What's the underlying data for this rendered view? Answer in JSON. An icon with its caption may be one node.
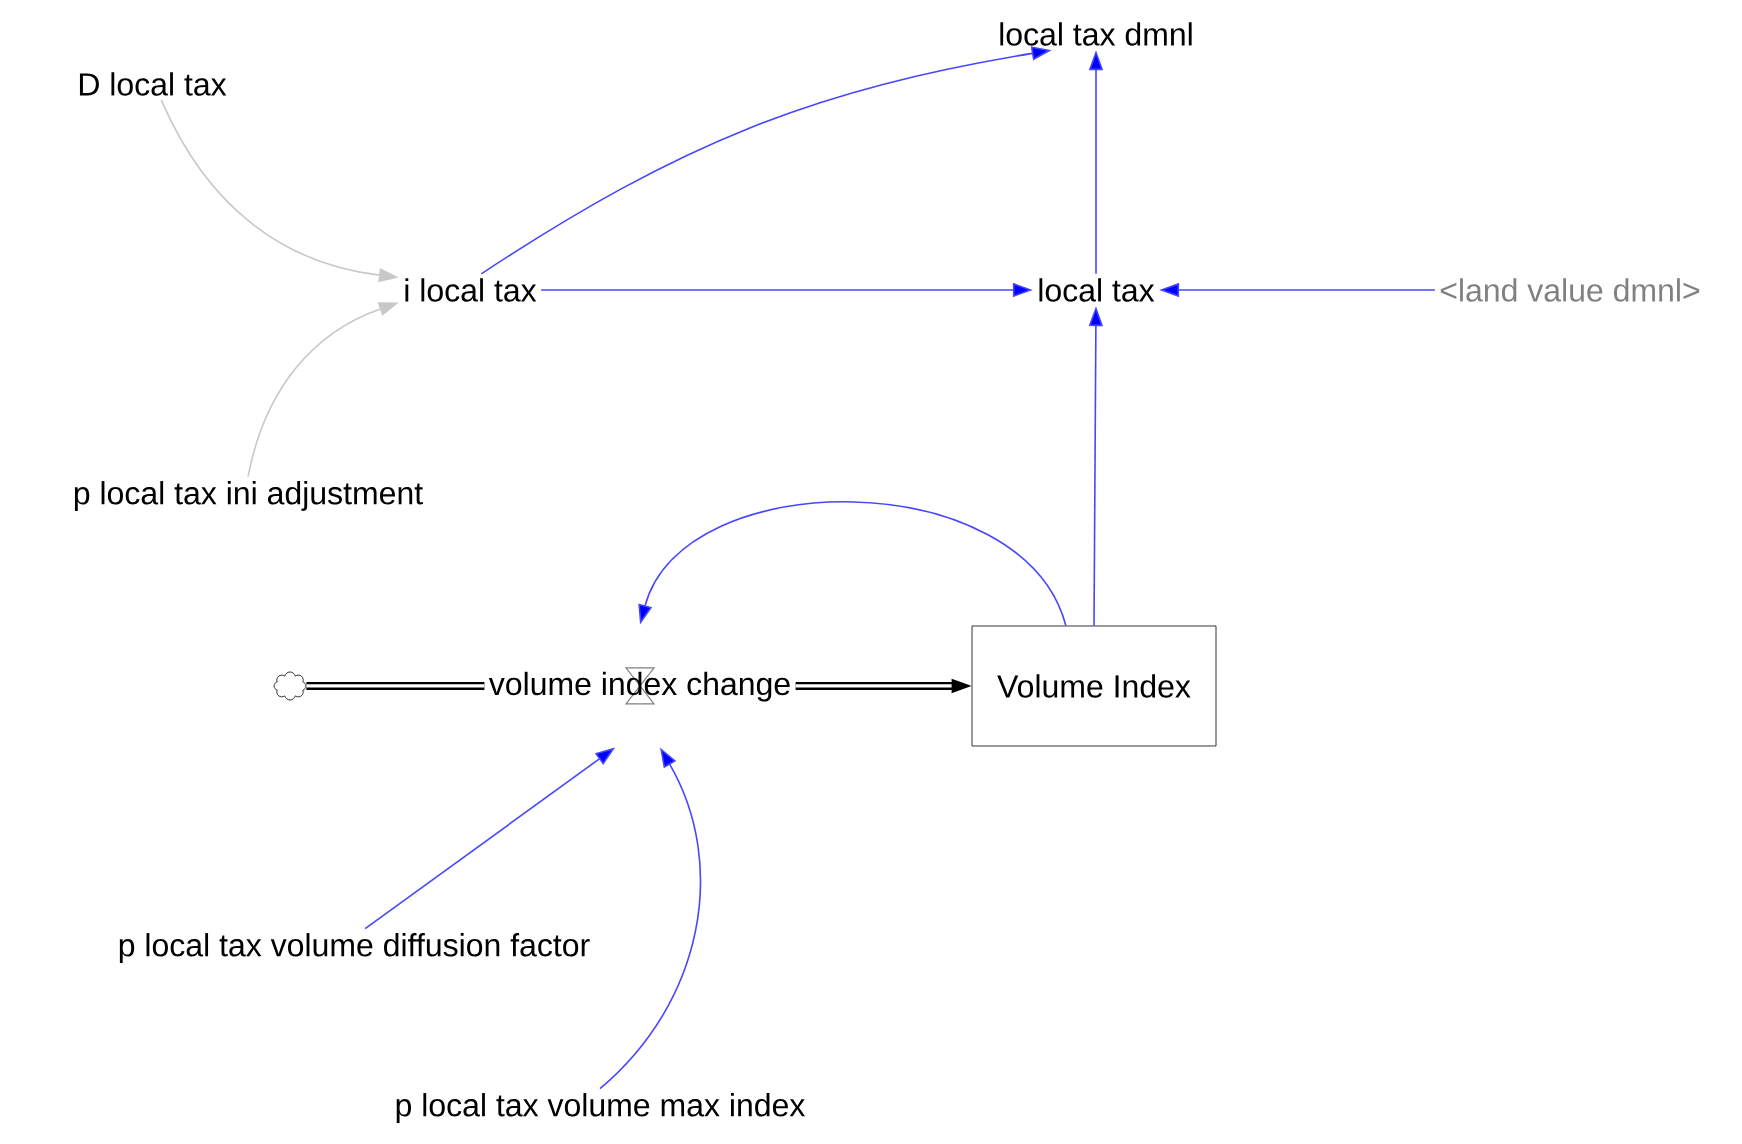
{
  "diagram": {
    "nodes": [
      {
        "text": [
          "local tax dmnl"
        ]
      },
      {
        "text": [
          "D local tax"
        ]
      },
      {
        "text": [
          "i local tax"
        ]
      },
      {
        "text": [
          "local tax"
        ]
      },
      {
        "text": [
          "<land value dmnl>"
        ]
      },
      {
        "text": [
          "p local tax ini adjustment"
        ]
      },
      {
        "text": [],
        "shape": "cloud"
      },
      {
        "text": [
          "volume index change"
        ]
      },
      {
        "text": [
          "Volume Index"
        ]
      },
      {
        "text": [
          "p local tax volume diffusion factor"
        ]
      },
      {
        "text": [
          "p local tax volume max index"
        ]
      }
    ],
    "edges": [
      {
        "from": 1,
        "to": 2,
        "arrow": "to",
        "color": "#c8c8c8"
      },
      {
        "from": 5,
        "to": 2,
        "arrow": "to",
        "color": "#c8c8c8"
      },
      {
        "from": 2,
        "to": 0,
        "arrow": "to"
      },
      {
        "from": 2,
        "to": 3,
        "arrow": "to"
      },
      {
        "from": 4,
        "to": 3,
        "arrow": "to"
      },
      {
        "from": 3,
        "to": 0,
        "arrow": "to"
      },
      {
        "from": 8,
        "to": 3,
        "arrow": "to"
      },
      {
        "from": 8,
        "to": 7,
        "arrow": "to"
      },
      {
        "from": 6,
        "to": 7,
        "arrow": "none",
        "style": "thick",
        "color": "#000000"
      },
      {
        "from": 7,
        "to": 8,
        "arrow": "to",
        "style": "thick",
        "color": "#000000"
      },
      {
        "from": 9,
        "to": 7,
        "arrow": "to"
      },
      {
        "from": 10,
        "to": 7,
        "arrow": "to"
      }
    ]
  }
}
